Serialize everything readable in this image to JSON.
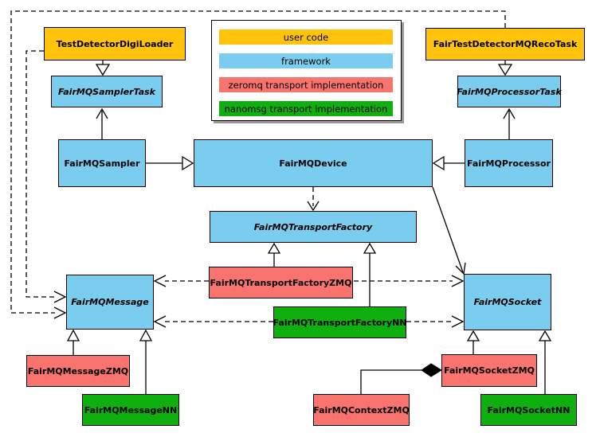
{
  "palette": {
    "user_code": "#FFC30B",
    "framework": "#7BCDF0",
    "zeromq": "#F9746F",
    "nanomsg": "#0FAF0F",
    "line": "#000000",
    "background": "#FFFFFF"
  },
  "legend": {
    "items": [
      {
        "label": "user code",
        "color": "#FFC30B"
      },
      {
        "label": "framework",
        "color": "#7BCDF0"
      },
      {
        "label": "zeromq transport implementation",
        "color": "#F9746F"
      },
      {
        "label": "nanomsg transport implementation",
        "color": "#0FAF0F"
      }
    ]
  },
  "nodes": {
    "testDetectorDigiLoader": {
      "label": "TestDetectorDigiLoader",
      "category": "user code",
      "abstract": false
    },
    "fairTestDetectorMQRecoTask": {
      "label": "FairTestDetectorMQRecoTask",
      "category": "user code",
      "abstract": false
    },
    "fairMQSamplerTask": {
      "label": "FairMQSamplerTask",
      "category": "framework",
      "abstract": true
    },
    "fairMQProcessorTask": {
      "label": "FairMQProcessorTask",
      "category": "framework",
      "abstract": true
    },
    "fairMQSampler": {
      "label": "FairMQSampler",
      "category": "framework",
      "abstract": false
    },
    "fairMQDevice": {
      "label": "FairMQDevice",
      "category": "framework",
      "abstract": false
    },
    "fairMQProcessor": {
      "label": "FairMQProcessor",
      "category": "framework",
      "abstract": false
    },
    "fairMQTransportFactory": {
      "label": "FairMQTransportFactory",
      "category": "framework",
      "abstract": true
    },
    "fairMQTransportFactoryZMQ": {
      "label": "FairMQTransportFactoryZMQ",
      "category": "zeromq",
      "abstract": false
    },
    "fairMQTransportFactoryNN": {
      "label": "FairMQTransportFactoryNN",
      "category": "nanomsg",
      "abstract": false
    },
    "fairMQMessage": {
      "label": "FairMQMessage",
      "category": "framework",
      "abstract": true
    },
    "fairMQSocket": {
      "label": "FairMQSocket",
      "category": "framework",
      "abstract": true
    },
    "fairMQMessageZMQ": {
      "label": "FairMQMessageZMQ",
      "category": "zeromq",
      "abstract": false
    },
    "fairMQMessageNN": {
      "label": "FairMQMessageNN",
      "category": "nanomsg",
      "abstract": false
    },
    "fairMQContextZMQ": {
      "label": "FairMQContextZMQ",
      "category": "zeromq",
      "abstract": false
    },
    "fairMQSocketZMQ": {
      "label": "FairMQSocketZMQ",
      "category": "zeromq",
      "abstract": false
    },
    "fairMQSocketNN": {
      "label": "FairMQSocketNN",
      "category": "nanomsg",
      "abstract": false
    }
  },
  "edges": [
    {
      "from": "TestDetectorDigiLoader",
      "to": "FairMQSamplerTask",
      "type": "inheritance-solid-hollow-triangle"
    },
    {
      "from": "FairTestDetectorMQRecoTask",
      "to": "FairMQProcessorTask",
      "type": "inheritance-solid-hollow-triangle"
    },
    {
      "from": "FairMQSampler",
      "to": "FairMQSamplerTask",
      "type": "association-open-arrow"
    },
    {
      "from": "FairMQProcessor",
      "to": "FairMQProcessorTask",
      "type": "association-open-arrow"
    },
    {
      "from": "FairMQSampler",
      "to": "FairMQDevice",
      "type": "inheritance-solid-hollow-triangle"
    },
    {
      "from": "FairMQProcessor",
      "to": "FairMQDevice",
      "type": "inheritance-solid-hollow-triangle"
    },
    {
      "from": "FairMQDevice",
      "to": "FairMQTransportFactory",
      "type": "dependency-dashed-open-arrow"
    },
    {
      "from": "FairMQDevice",
      "to": "FairMQSocket",
      "type": "association-open-arrow"
    },
    {
      "from": "FairMQTransportFactoryZMQ",
      "to": "FairMQTransportFactory",
      "type": "inheritance-solid-hollow-triangle"
    },
    {
      "from": "FairMQTransportFactoryNN",
      "to": "FairMQTransportFactory",
      "type": "inheritance-solid-hollow-triangle"
    },
    {
      "from": "FairMQTransportFactoryZMQ",
      "to": "FairMQMessage",
      "type": "dependency-dashed-open-arrow"
    },
    {
      "from": "FairMQTransportFactoryZMQ",
      "to": "FairMQSocket",
      "type": "dependency-dashed-open-arrow"
    },
    {
      "from": "FairMQTransportFactoryNN",
      "to": "FairMQMessage",
      "type": "dependency-dashed-open-arrow"
    },
    {
      "from": "FairMQTransportFactoryNN",
      "to": "FairMQSocket",
      "type": "dependency-dashed-open-arrow"
    },
    {
      "from": "TestDetectorDigiLoader",
      "to": "FairMQMessage",
      "type": "dependency-dashed-open-arrow"
    },
    {
      "from": "FairTestDetectorMQRecoTask",
      "to": "FairMQMessage",
      "type": "dependency-dashed-open-arrow"
    },
    {
      "from": "FairMQMessageZMQ",
      "to": "FairMQMessage",
      "type": "inheritance-solid-hollow-triangle"
    },
    {
      "from": "FairMQMessageNN",
      "to": "FairMQMessage",
      "type": "inheritance-solid-hollow-triangle"
    },
    {
      "from": "FairMQSocketZMQ",
      "to": "FairMQSocket",
      "type": "inheritance-solid-hollow-triangle"
    },
    {
      "from": "FairMQSocketNN",
      "to": "FairMQSocket",
      "type": "inheritance-solid-hollow-triangle"
    },
    {
      "from": "FairMQSocketZMQ",
      "to": "FairMQContextZMQ",
      "type": "composition-filled-diamond"
    }
  ]
}
